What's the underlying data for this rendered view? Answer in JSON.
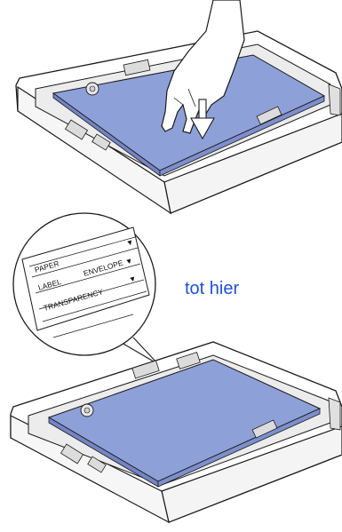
{
  "caption": "tot hier",
  "zoom_labels": {
    "paper": "PAPER",
    "label": "LABEL",
    "envelope": "ENVELOPE",
    "transparency": "TRANSPARENCY",
    "marker": "▼"
  },
  "colors": {
    "paper": "#8ea0d8",
    "tray": "#ffffff",
    "outline": "#1a1a1a",
    "caption": "#1f4fd8"
  },
  "icons": [
    "hand-icon",
    "down-arrow-icon"
  ]
}
